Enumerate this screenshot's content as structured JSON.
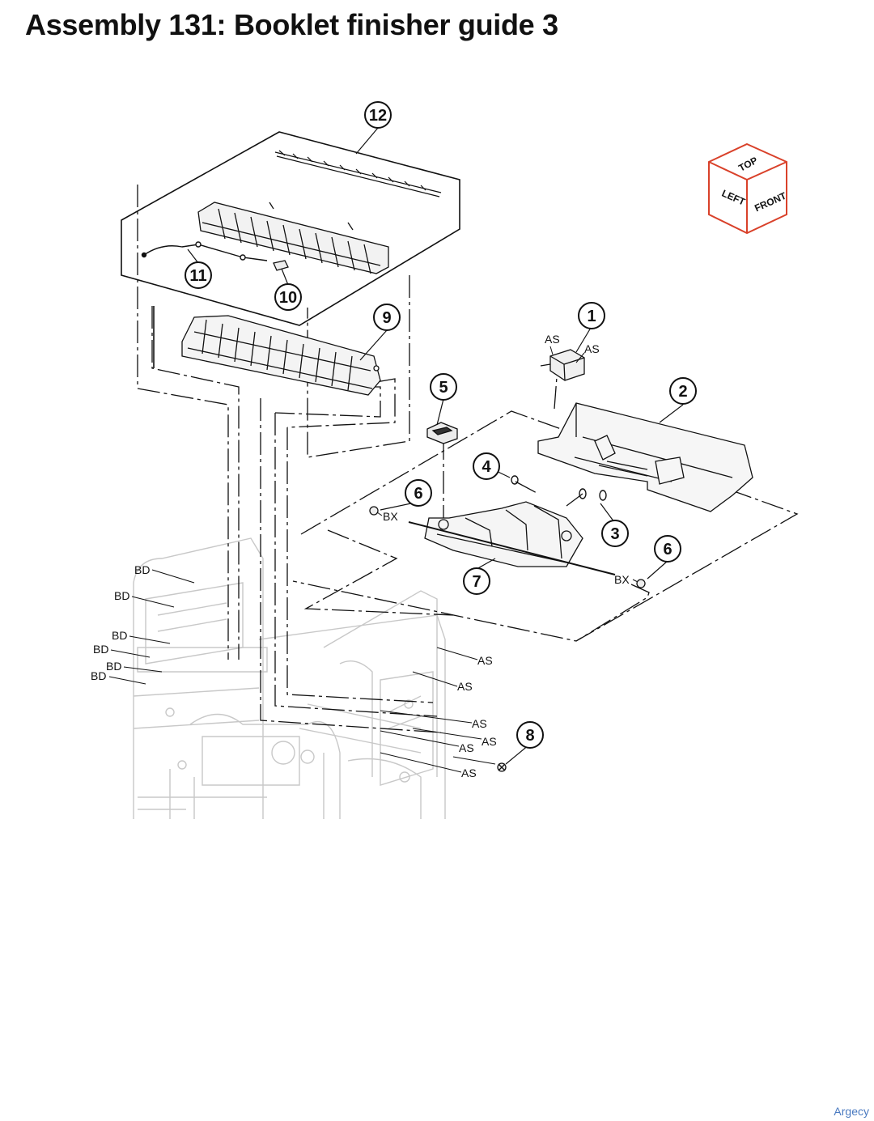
{
  "title": "Assembly 131: Booklet finisher guide 3",
  "watermark": "Argecy",
  "orientation_cube": {
    "top": "TOP",
    "left": "LEFT",
    "front": "FRONT",
    "color": "#d9412a"
  },
  "callouts": [
    "1",
    "2",
    "3",
    "4",
    "5",
    "6",
    "6",
    "7",
    "8",
    "9",
    "10",
    "11",
    "12"
  ],
  "ref_labels": {
    "as": "AS",
    "bx": "BX",
    "bd": "BD"
  },
  "colors": {
    "line": "#111111",
    "ghost": "#c8c8c8",
    "background": "#ffffff"
  }
}
